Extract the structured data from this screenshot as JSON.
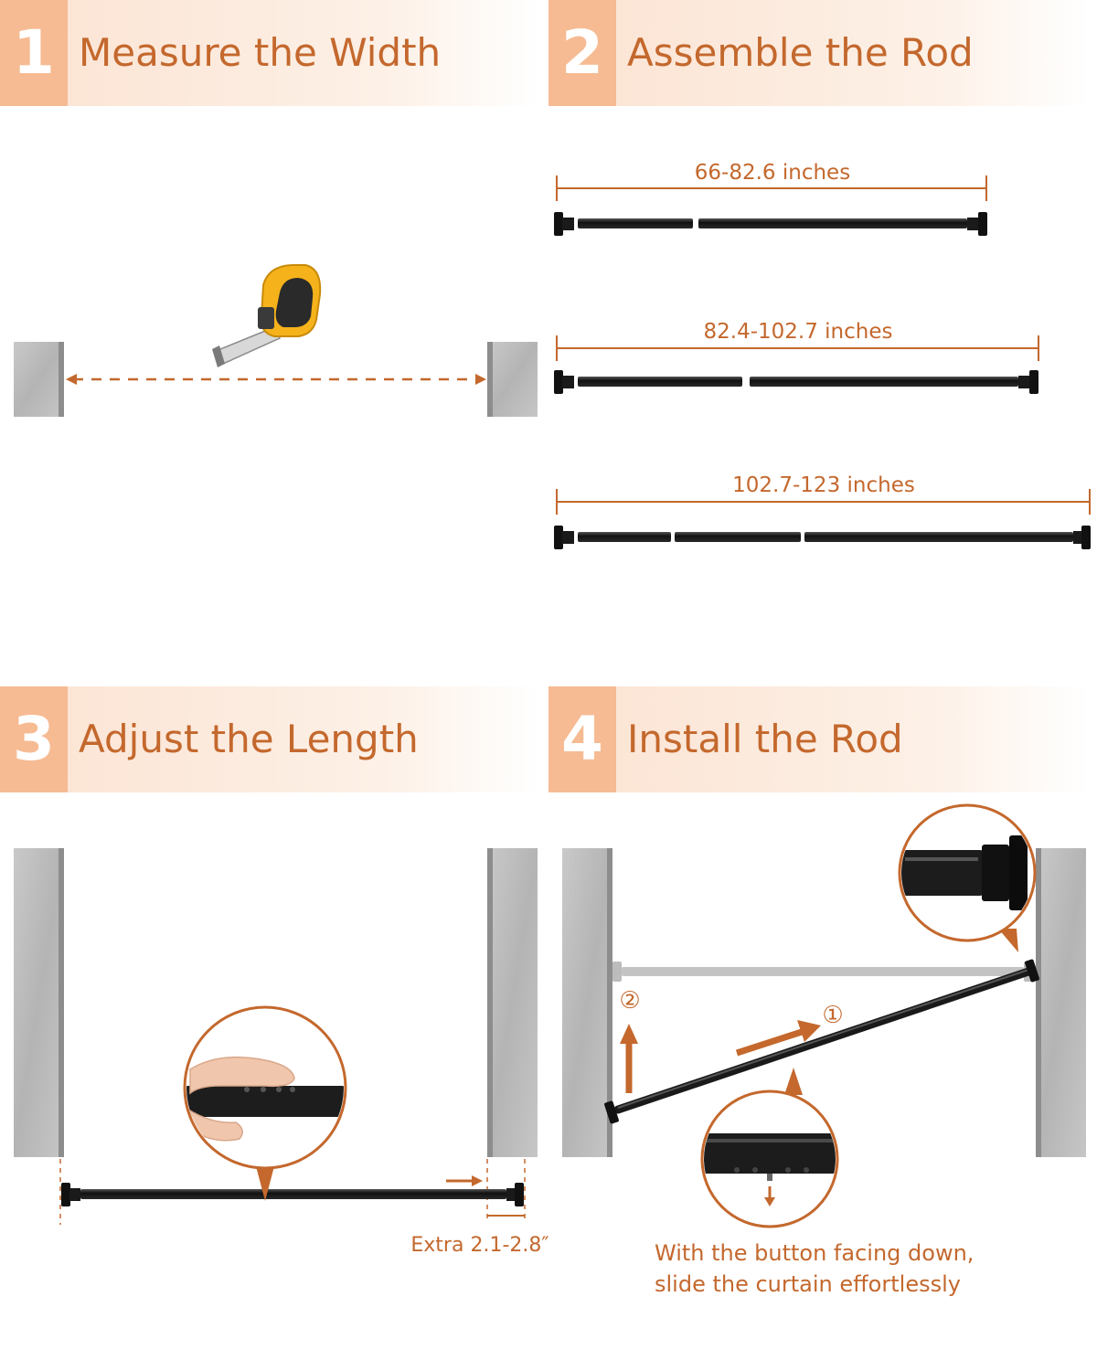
{
  "steps": [
    {
      "number": "1",
      "title": "Measure the Width"
    },
    {
      "number": "2",
      "title": "Assemble the Rod"
    },
    {
      "number": "3",
      "title": "Adjust the Length"
    },
    {
      "number": "4",
      "title": "Install the Rod"
    }
  ],
  "assemble": {
    "lengths": [
      "66-82.6 inches",
      "82.4-102.7 inches",
      "102.7-123 inches"
    ]
  },
  "adjust": {
    "extra_label": "Extra 2.1-2.8″"
  },
  "install": {
    "step_one_marker": "①",
    "step_two_marker": "②",
    "caption_line1": "With the button facing down,",
    "caption_line2": "slide the curtain effortlessly"
  },
  "icons": [
    "tape-measure-icon",
    "hand-icon"
  ],
  "colors": {
    "accent": "#c4682d",
    "badge": "#f6bb92",
    "header_bg": "#fbe3d2",
    "wall": "#bdbdbd",
    "rod": "#1c1c1c"
  }
}
